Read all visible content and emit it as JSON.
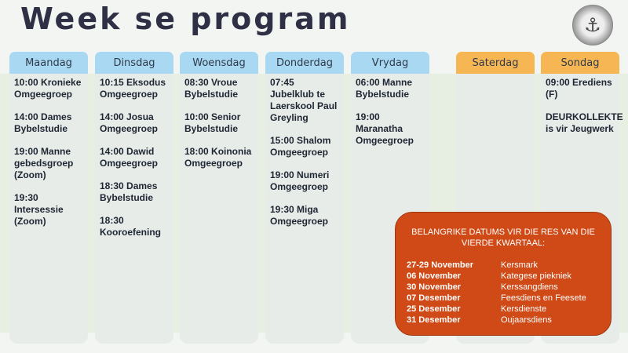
{
  "title": "Week se program",
  "days": [
    {
      "name": "Maandag",
      "events": [
        "10:00 Kronieke Omgeegroep",
        "14:00 Dames Bybelstudie",
        "19:00 Manne gebedsgroep (Zoom)",
        "19:30 Intersessie (Zoom)"
      ]
    },
    {
      "name": "Dinsdag",
      "events": [
        "10:15 Eksodus Omgeegroep",
        "14:00 Josua Omgeegroep",
        "14:00 Dawid Omgeegroep",
        "18:30 Dames Bybelstudie",
        "18:30 Kooroefening"
      ]
    },
    {
      "name": "Woensdag",
      "events": [
        "08:30 Vroue Bybelstudie",
        "10:00 Senior Bybelstudie",
        "18:00 Koinonia Omgeegroep"
      ]
    },
    {
      "name": "Donderdag",
      "events": [
        "07:45 Jubelklub te Laerskool Paul Greyling",
        "15:00 Shalom Omgeegroep",
        "19:00 Numeri Omgeegroep",
        "19:30 Miga Omgeegroep"
      ]
    },
    {
      "name": "Vrydag",
      "events": [
        "06:00 Manne Bybelstudie",
        "19:00 Maranatha Omgeegroep"
      ]
    },
    {
      "name": "Saterdag",
      "events": []
    },
    {
      "name": "Sondag",
      "events": [
        "09:00 Erediens (F)",
        "DEURKOLLEKTE is vir Jeugwerk"
      ]
    }
  ],
  "important": {
    "title": "BELANGRIKE DATUMS VIR DIE RES VAN DIE VIERDE KWARTAAL:",
    "items": [
      [
        "27-29 November",
        "Kersmark"
      ],
      [
        "06 November",
        "Kategese piekniek"
      ],
      [
        "30 November",
        "Kerssangdiens"
      ],
      [
        "07 Desember",
        "Feesdiens en Feesete"
      ],
      [
        "25 Desember",
        "Kersdienste"
      ],
      [
        "31 Desember",
        "Oujaarsdiens"
      ]
    ]
  },
  "colors": {
    "weekday": "#a9d8f2",
    "weekend": "#f7b654",
    "box": "#cf4a16"
  }
}
